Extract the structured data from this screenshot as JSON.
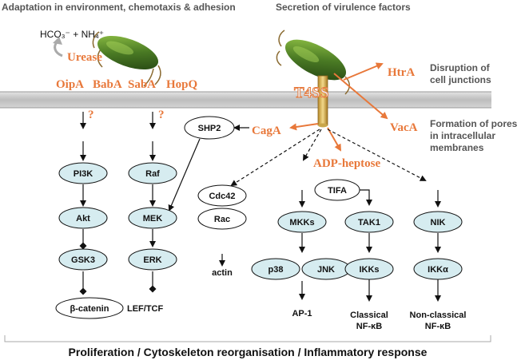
{
  "headers": {
    "left": "Adaptation in environment, chemotaxis & adhesion",
    "right": "Secretion of virulence factors"
  },
  "side_labels": {
    "disruption_1": "Disruption of",
    "disruption_2": "cell junctions",
    "pores_1": "Formation of pores",
    "pores_2": "in intracellular",
    "pores_3": "membranes"
  },
  "factors": {
    "hco3": "HCO₃⁻ + NH₄⁺",
    "urease": "Urease",
    "oipa": "OipA",
    "baba": "BabA",
    "saba": "SabA",
    "hopq": "HopQ",
    "t4ss": "T4SS",
    "htra": "HtrA",
    "vaca": "VacA",
    "caga": "CagA",
    "adp_heptose": "ADP-heptose"
  },
  "unknown_mark": "?",
  "nodes": {
    "pi3k": "PI3K",
    "akt": "Akt",
    "gsk3": "GSK3",
    "beta_catenin": "β-catenin",
    "raf": "Raf",
    "mek": "MEK",
    "erk": "ERK",
    "shp2": "SHP2",
    "cdc42": "Cdc42",
    "rac": "Rac",
    "mkks": "MKKs",
    "p38": "p38",
    "jnk": "JNK",
    "tifa": "TIFA",
    "tak1": "TAK1",
    "ikks": "IKKs",
    "nik": "NIK",
    "ikka": "IKKα"
  },
  "outputs": {
    "lef_tcf": "LEF/TCF",
    "actin": "actin",
    "ap1": "AP-1",
    "classical_1": "Classical",
    "classical_2": "NF-κB",
    "nonclassical_1": "Non-classical",
    "nonclassical_2": "NF-κB"
  },
  "footer": "Proliferation /  Cytoskeleton reorganisation / Inflammatory response",
  "colors": {
    "orange": "#e8783a",
    "node_fill": "#d6ecf0",
    "membrane": "#c8c8c8",
    "text_grey": "#555555"
  }
}
